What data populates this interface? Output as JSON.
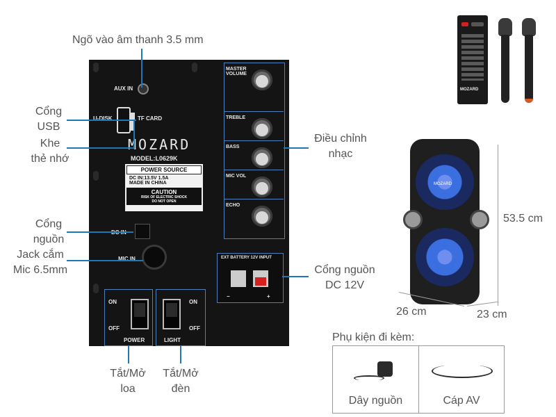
{
  "callouts": {
    "audio_in": "Ngõ vào âm thanh 3.5 mm",
    "usb_1": "Cổng",
    "usb_2": "USB",
    "slot_1": "Khe",
    "slot_2": "thẻ nhớ",
    "music_1": "Điều chỉnh",
    "music_2": "nhạc",
    "power_port_1": "Cổng",
    "power_port_2": "nguồn",
    "mic_jack_1": "Jack cắm",
    "mic_jack_2": "Mic 6.5mm",
    "dc_port_1": "Cổng nguồn",
    "dc_port_2": "DC 12V",
    "speaker_switch_1": "Tắt/Mở",
    "speaker_switch_2": "loa",
    "light_switch_1": "Tắt/Mở",
    "light_switch_2": "đèn"
  },
  "panel": {
    "aux_in": "AUX IN",
    "u_disk": "U-DISK",
    "tf_card": "TF CARD",
    "brand": "MOZARD",
    "model": "MODEL:L0629K",
    "power_source": "POWER SOURCE",
    "dc_in_spec": "DC IN:13.5V 1.5A",
    "made_in": "MADE IN CHINA",
    "caution": "CAUTION",
    "risk_1": "RISK OF ELECTRIC SHOCK",
    "risk_2": "DO NOT OPEN",
    "dc_in": "DC IN",
    "mic_in": "MIC IN",
    "ext_battery": "EXT BATTERY 12V INPUT",
    "minus": "−",
    "plus": "+",
    "knobs": [
      "MASTER VOLUME",
      "TREBLE",
      "BASS",
      "MIC VOL",
      "ECHO"
    ],
    "on": "ON",
    "off": "OFF",
    "power": "POWER",
    "light": "LIGHT"
  },
  "dimensions": {
    "height": "53.5 cm",
    "width": "26 cm",
    "depth": "23 cm"
  },
  "speaker_brand": "MOZARD",
  "accessories": {
    "heading": "Phụ kiện đi kèm:",
    "items": [
      "Dây nguồn",
      "Cáp AV"
    ]
  },
  "colors": {
    "callout_line": "#1e78b8",
    "panel": "#141414",
    "speaker_light": "#3b6fe0",
    "remote_button_red": "#d62020"
  }
}
